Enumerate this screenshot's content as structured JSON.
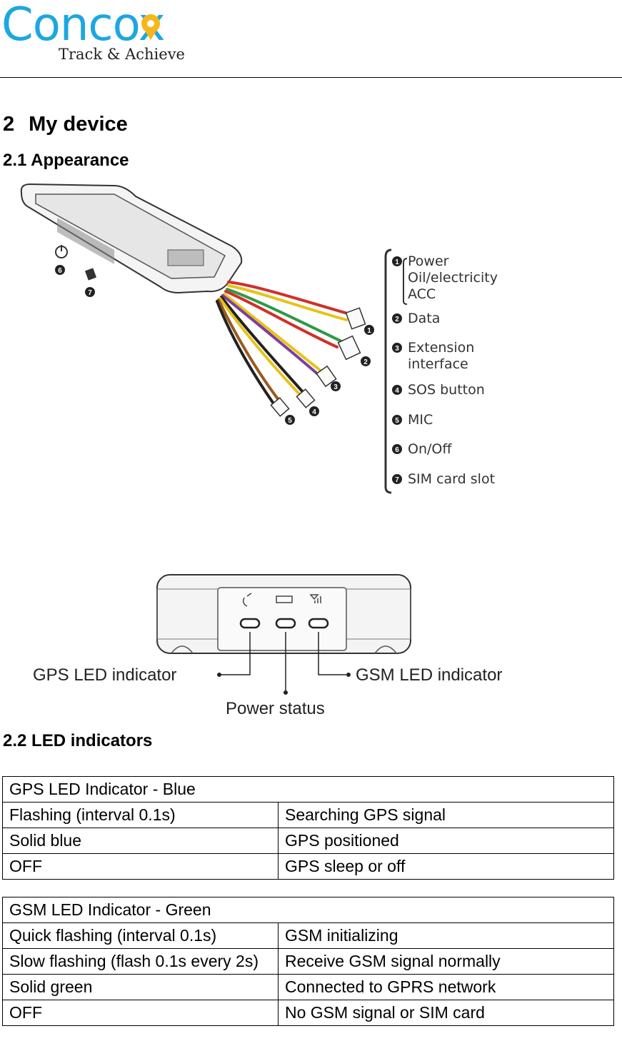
{
  "header": {
    "logo_word": "Concox",
    "tagline": "Track & Achieve"
  },
  "section": {
    "number": "2",
    "title": "My device"
  },
  "appearance": {
    "heading": "2.1 Appearance",
    "legend": [
      {
        "num": "1",
        "lines": [
          "Power",
          "Oil/electricity",
          "ACC"
        ]
      },
      {
        "num": "2",
        "lines": [
          "Data"
        ]
      },
      {
        "num": "3",
        "lines": [
          "Extension",
          "interface"
        ]
      },
      {
        "num": "4",
        "lines": [
          "SOS button"
        ]
      },
      {
        "num": "5",
        "lines": [
          "MIC"
        ]
      },
      {
        "num": "6",
        "lines": [
          "On/Off"
        ]
      },
      {
        "num": "7",
        "lines": [
          "SIM card slot"
        ]
      }
    ],
    "front_labels": {
      "gps": "GPS LED indicator",
      "gsm": "GSM LED indicator",
      "power": "Power status"
    }
  },
  "led": {
    "heading": "2.2 LED indicators",
    "gps_table": {
      "title": "GPS LED Indicator - Blue",
      "rows": [
        [
          "Flashing (interval 0.1s)",
          "Searching GPS signal"
        ],
        [
          "Solid blue",
          "GPS positioned"
        ],
        [
          "OFF",
          "GPS sleep or off"
        ]
      ]
    },
    "gsm_table": {
      "title": "GSM LED Indicator - Green",
      "rows": [
        [
          "Quick flashing (interval 0.1s)",
          "GSM initializing"
        ],
        [
          "Slow flashing (flash 0.1s every 2s)",
          "Receive GSM signal normally"
        ],
        [
          "Solid green",
          "Connected to GPRS network"
        ],
        [
          "OFF",
          "No GSM signal or SIM card"
        ]
      ]
    }
  },
  "colors": {
    "logo_blue": "#1da7e0",
    "logo_yellow": "#f6b71a",
    "wire_red": "#d0302a",
    "wire_green": "#2e9a45",
    "wire_yellow": "#e8c21a",
    "wire_purple": "#7b3fa0",
    "wire_brown": "#9a5a1e"
  }
}
